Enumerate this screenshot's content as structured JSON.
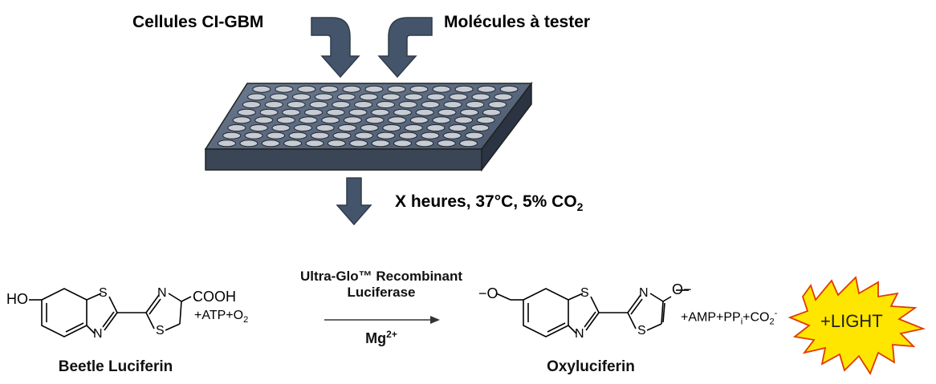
{
  "labels": {
    "cells": "Cellules CI-GBM",
    "molecules": "Molécules à tester",
    "incubation_main": "X heures, 37°C, 5% CO",
    "incubation_sub": "2"
  },
  "reaction": {
    "enzyme_line1": "Ultra-Glo™  Recombinant",
    "enzyme_line2": "Luciferase",
    "cofactor": "Mg",
    "cofactor_charge": "2+",
    "reactant_name": "Beetle Luciferin",
    "product_name": "Oxyluciferin",
    "reactant_extras": "+ATP+O",
    "reactant_extras_sub": "2",
    "product_extras_a": "+AMP+PP",
    "product_extras_a_sub": "i",
    "product_extras_b": "+CO",
    "product_extras_b_sub": "2",
    "product_extras_b_sup": "-",
    "light": "+LIGHT"
  },
  "colors": {
    "arrow_fill": "#44546a",
    "arrow_stroke": "#2f3b4b",
    "plate_top": "#5a6a80",
    "plate_side": "#2e3a4a",
    "well_fill": "#c8ccd2",
    "burst_fill": "#ffe600",
    "burst_stroke": "#e03a00"
  }
}
